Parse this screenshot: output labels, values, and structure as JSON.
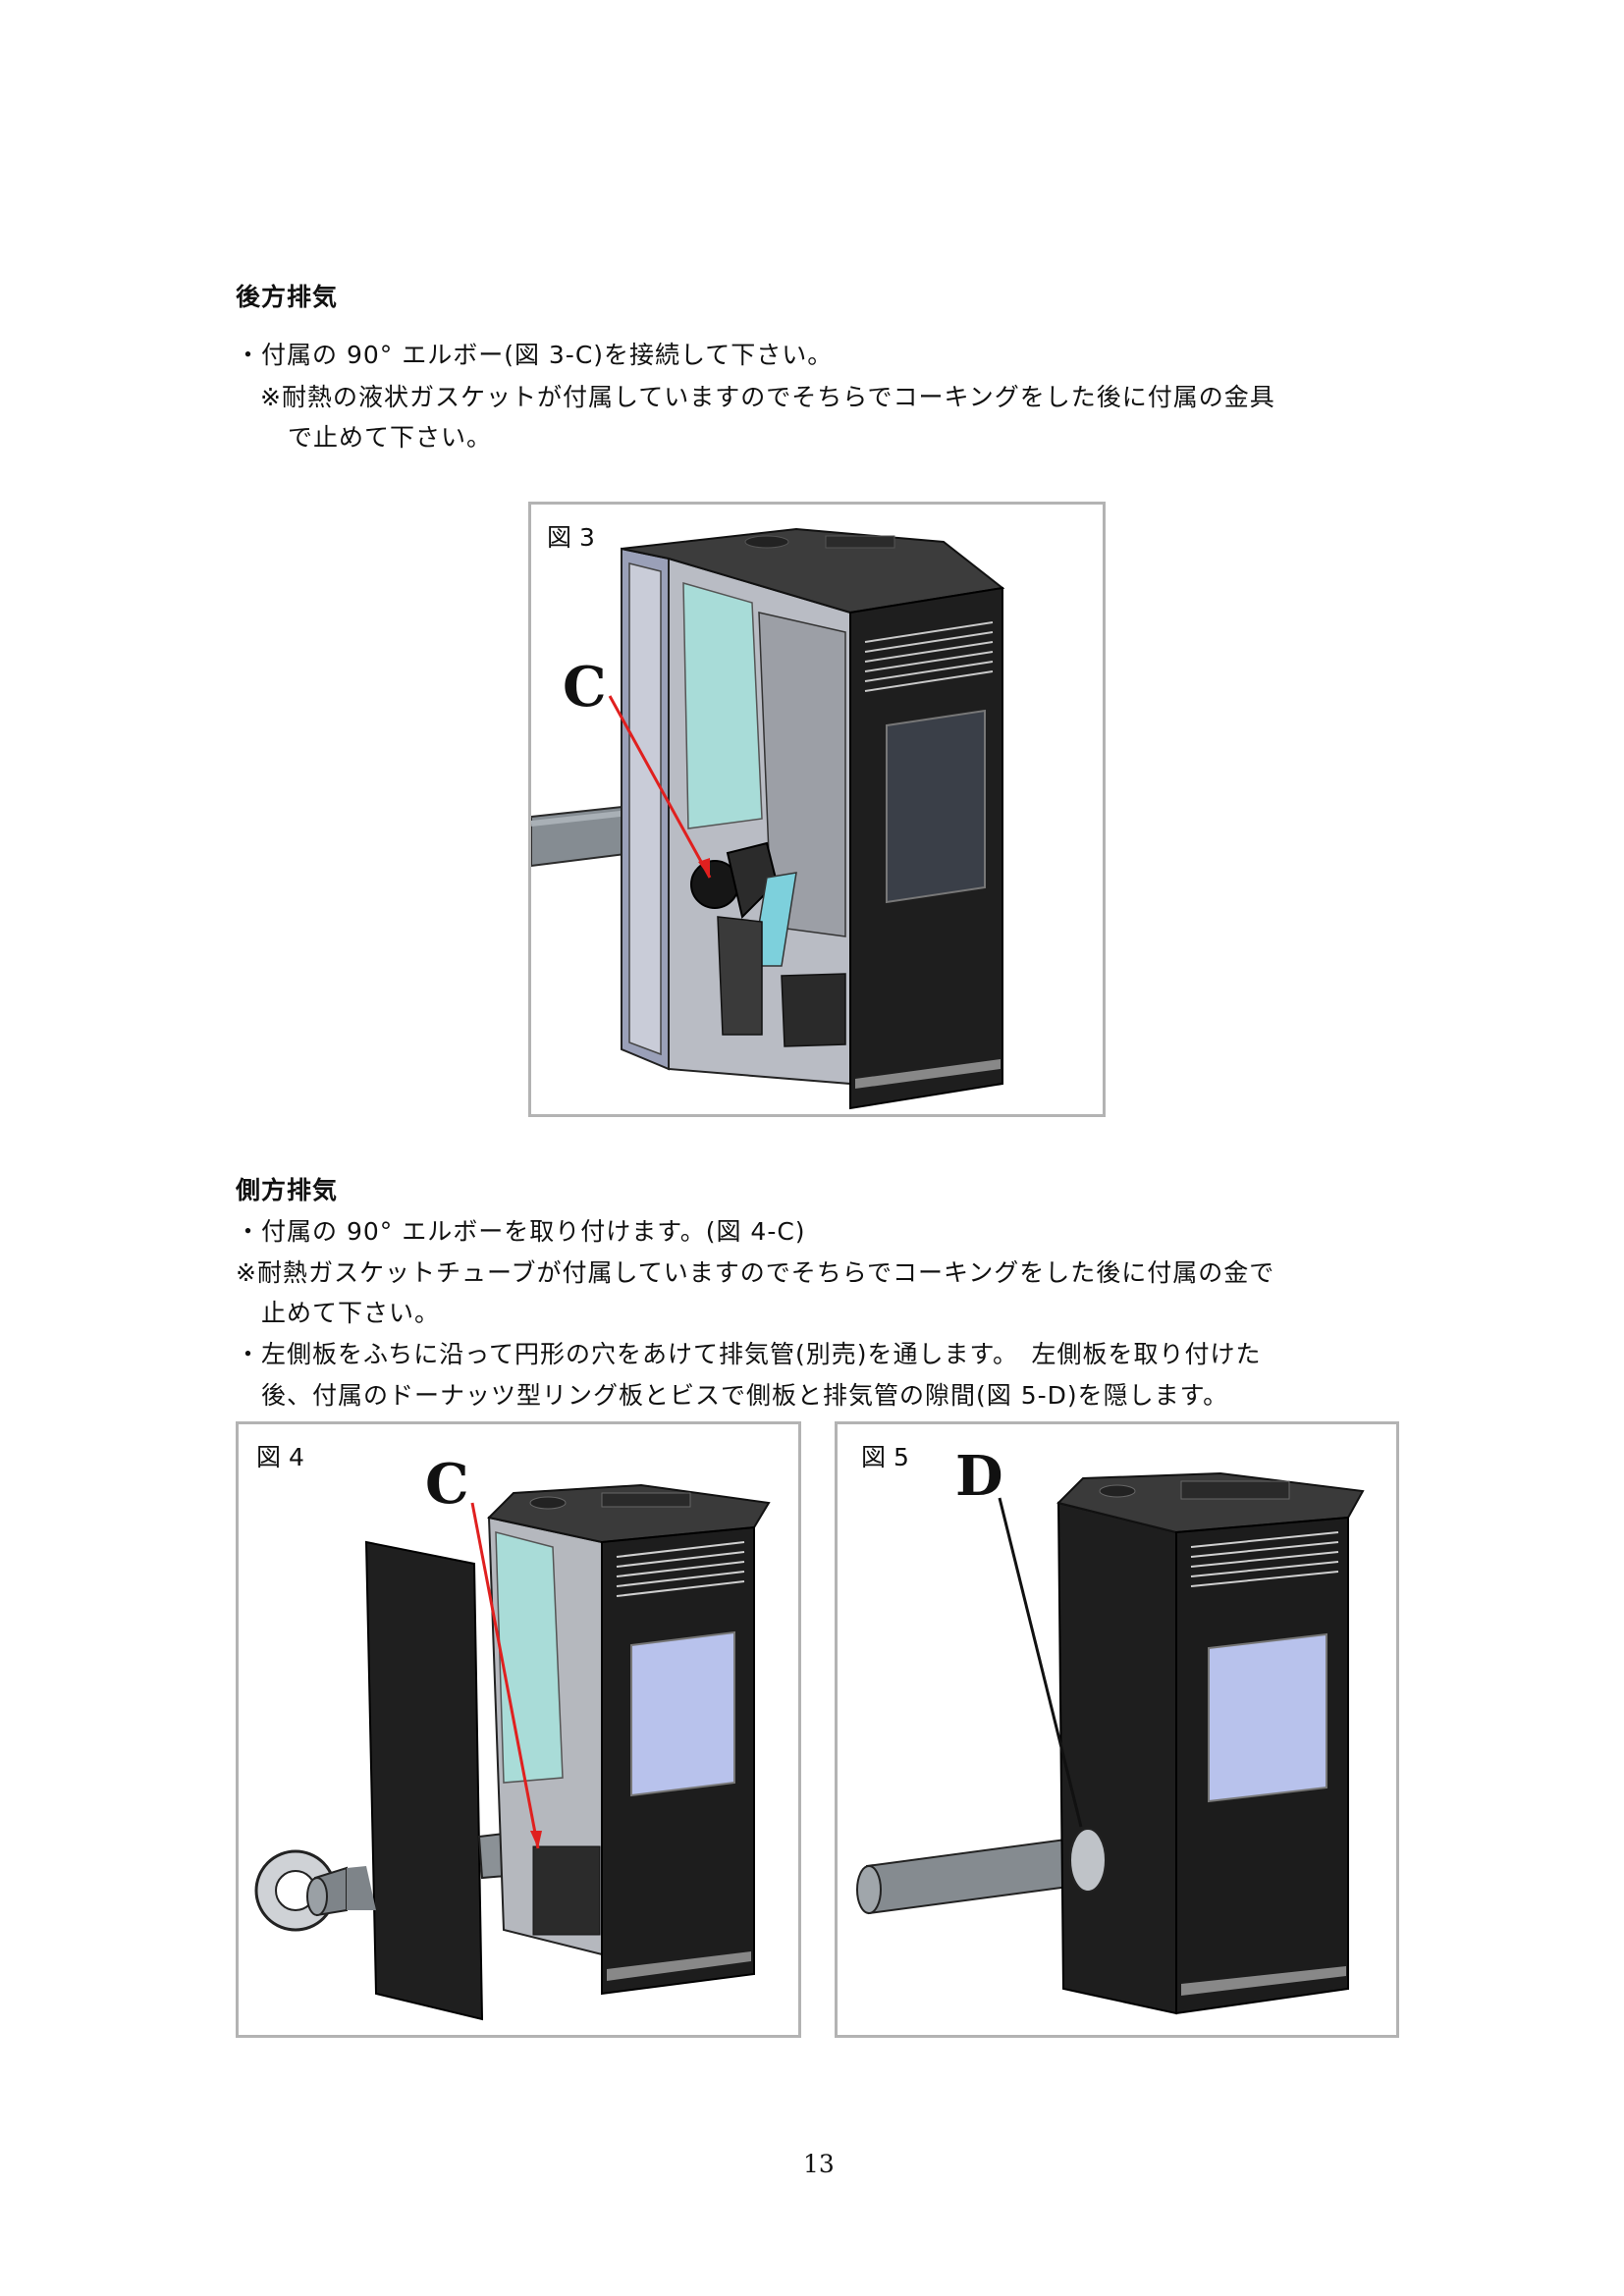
{
  "rear_section": {
    "heading": "後方排気",
    "lines": [
      "・付属の 90° エルボー(図 3-C)を接続して下さい。",
      "※耐熱の液状ガスケットが付属していますのでそちらでコーキングをした後に付属の金具",
      "で止めて下さい。"
    ]
  },
  "figure3": {
    "label": "図 3",
    "callout": "C"
  },
  "side_section": {
    "heading": "側方排気",
    "lines": [
      "・付属の 90° エルボーを取り付けます。(図 4-C)",
      "※耐熱ガスケットチューブが付属していますのでそちらでコーキングをした後に付属の金で",
      "止めて下さい。",
      "・左側板をふちに沿って円形の穴をあけて排気管(別売)を通します。　左側板を取り付けた",
      "後、付属のドーナッツ型リング板とビスで側板と排気管の隙間(図 5-D)を隠します。"
    ]
  },
  "figure4": {
    "label": "図 4",
    "callout": "C"
  },
  "figure5": {
    "label": "図 5",
    "callout": "D"
  },
  "page_number": "13"
}
